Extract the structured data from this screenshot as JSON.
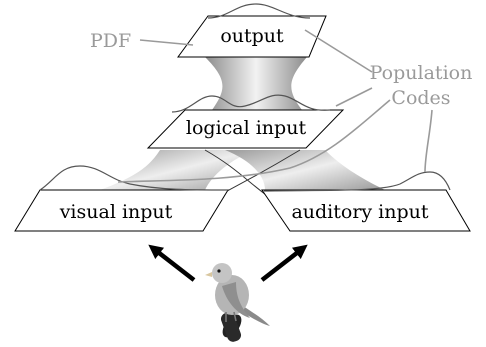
{
  "diagram": {
    "labels": {
      "output": "output",
      "logical": "logical input",
      "visual": "visual input",
      "auditory": "auditory input",
      "pdf": "PDF",
      "population_line1": "Population",
      "population_line2": "Codes"
    },
    "colors": {
      "label": "#000000",
      "annotation": "#9a9a9a",
      "funnel_dark": "#8c8c8c",
      "funnel_light": "#f2f2f2",
      "arrow": "#000000"
    }
  }
}
